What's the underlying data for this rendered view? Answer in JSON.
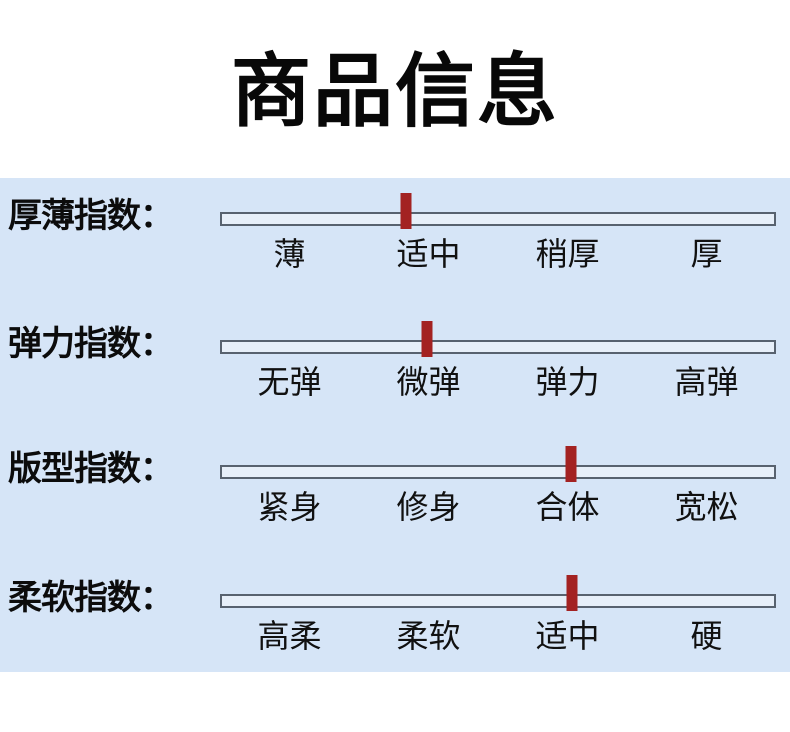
{
  "title": "商品信息",
  "panel": {
    "background_color": "#d6e5f7",
    "marker_color": "#a32222",
    "track_border_color": "#58626f"
  },
  "rows": [
    {
      "label": "厚薄指数：",
      "options": [
        "薄",
        "适中",
        "稍厚",
        "厚"
      ],
      "selected_index": 1,
      "marker_percent": 33.5
    },
    {
      "label": "弹力指数：",
      "options": [
        "无弹",
        "微弹",
        "弹力",
        "高弹"
      ],
      "selected_index": 1,
      "marker_percent": 37.2
    },
    {
      "label": "版型指数：",
      "options": [
        "紧身",
        "修身",
        "合体",
        "宽松"
      ],
      "selected_index": 2,
      "marker_percent": 63.1
    },
    {
      "label": "柔软指数：",
      "options": [
        "高柔",
        "柔软",
        "适中",
        "硬"
      ],
      "selected_index": 2,
      "marker_percent": 63.3
    }
  ]
}
